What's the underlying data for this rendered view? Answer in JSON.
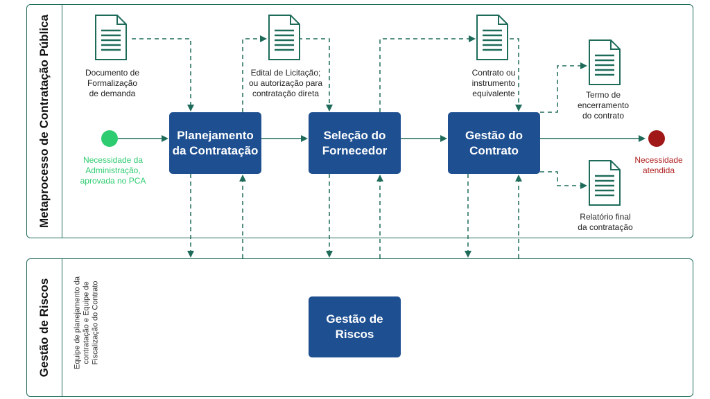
{
  "lanes": {
    "top": {
      "title": "Metaprocesso de Contratação Pública"
    },
    "bottom": {
      "title": "Gestão de Riscos",
      "sublabel": "Equipe de planejamento da\ncontratação e Equipe de\nFiscalização do Contrato"
    }
  },
  "start_event": {
    "label": "Necessidade da\nAdministração,\naprovada no PCA",
    "color": "#2ecc71"
  },
  "end_event": {
    "label": "Necessidade\natendida",
    "color": "#a01818"
  },
  "processes": {
    "planejamento": "Planejamento\nda Contratação",
    "selecao": "Seleção do\nFornecedor",
    "gestao_contrato": "Gestão do\nContrato",
    "gestao_riscos": "Gestão de\nRiscos"
  },
  "documents": {
    "formalizacao": "Documento de\nFormalização\nde demanda",
    "edital": "Edital de Licitação;\nou autorização para\ncontratação direta",
    "contrato": "Contrato ou\ninstrumento\nequivalente",
    "termo": "Termo de\nencerramento\ndo contrato",
    "relatorio": "Relatório final\nda contratação"
  },
  "colors": {
    "process": "#1d4f91",
    "connector": "#1f6b5a",
    "doc_stroke": "#1f6b5a"
  }
}
